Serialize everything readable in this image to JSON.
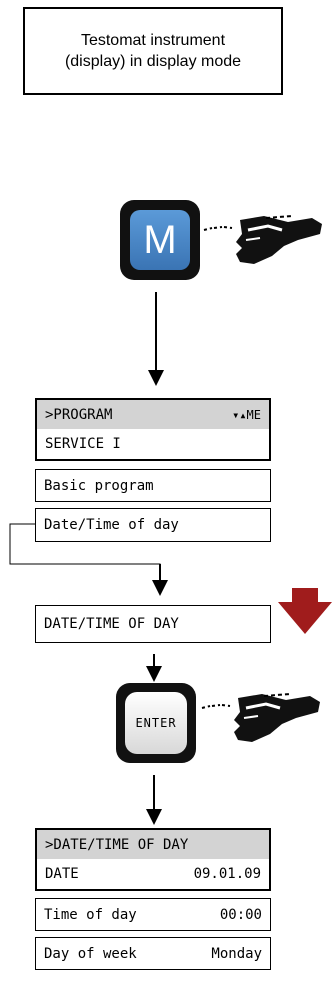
{
  "title": "Testomat instrument\n(display) in display mode",
  "keys": {
    "m": "M",
    "enter": "ENTER"
  },
  "menu": {
    "header": ">PROGRAM",
    "header_right": "▾▴ME",
    "items": [
      "SERVICE I",
      "Basic program",
      "Date/Time of day"
    ]
  },
  "date_time_box": "DATE/TIME OF DAY",
  "result": {
    "header": ">DATE/TIME OF DAY",
    "rows": [
      {
        "label": "DATE",
        "value": "09.01.09"
      },
      {
        "label": "Time of day",
        "value": "00:00"
      },
      {
        "label": "Day of week",
        "value": "Monday"
      }
    ]
  },
  "icons": {
    "hand": "pointing-hand-icon",
    "red_arrow": "red-down-arrow-icon",
    "red_color": "#a01c1c",
    "m_key_color": "#4a86c6"
  }
}
